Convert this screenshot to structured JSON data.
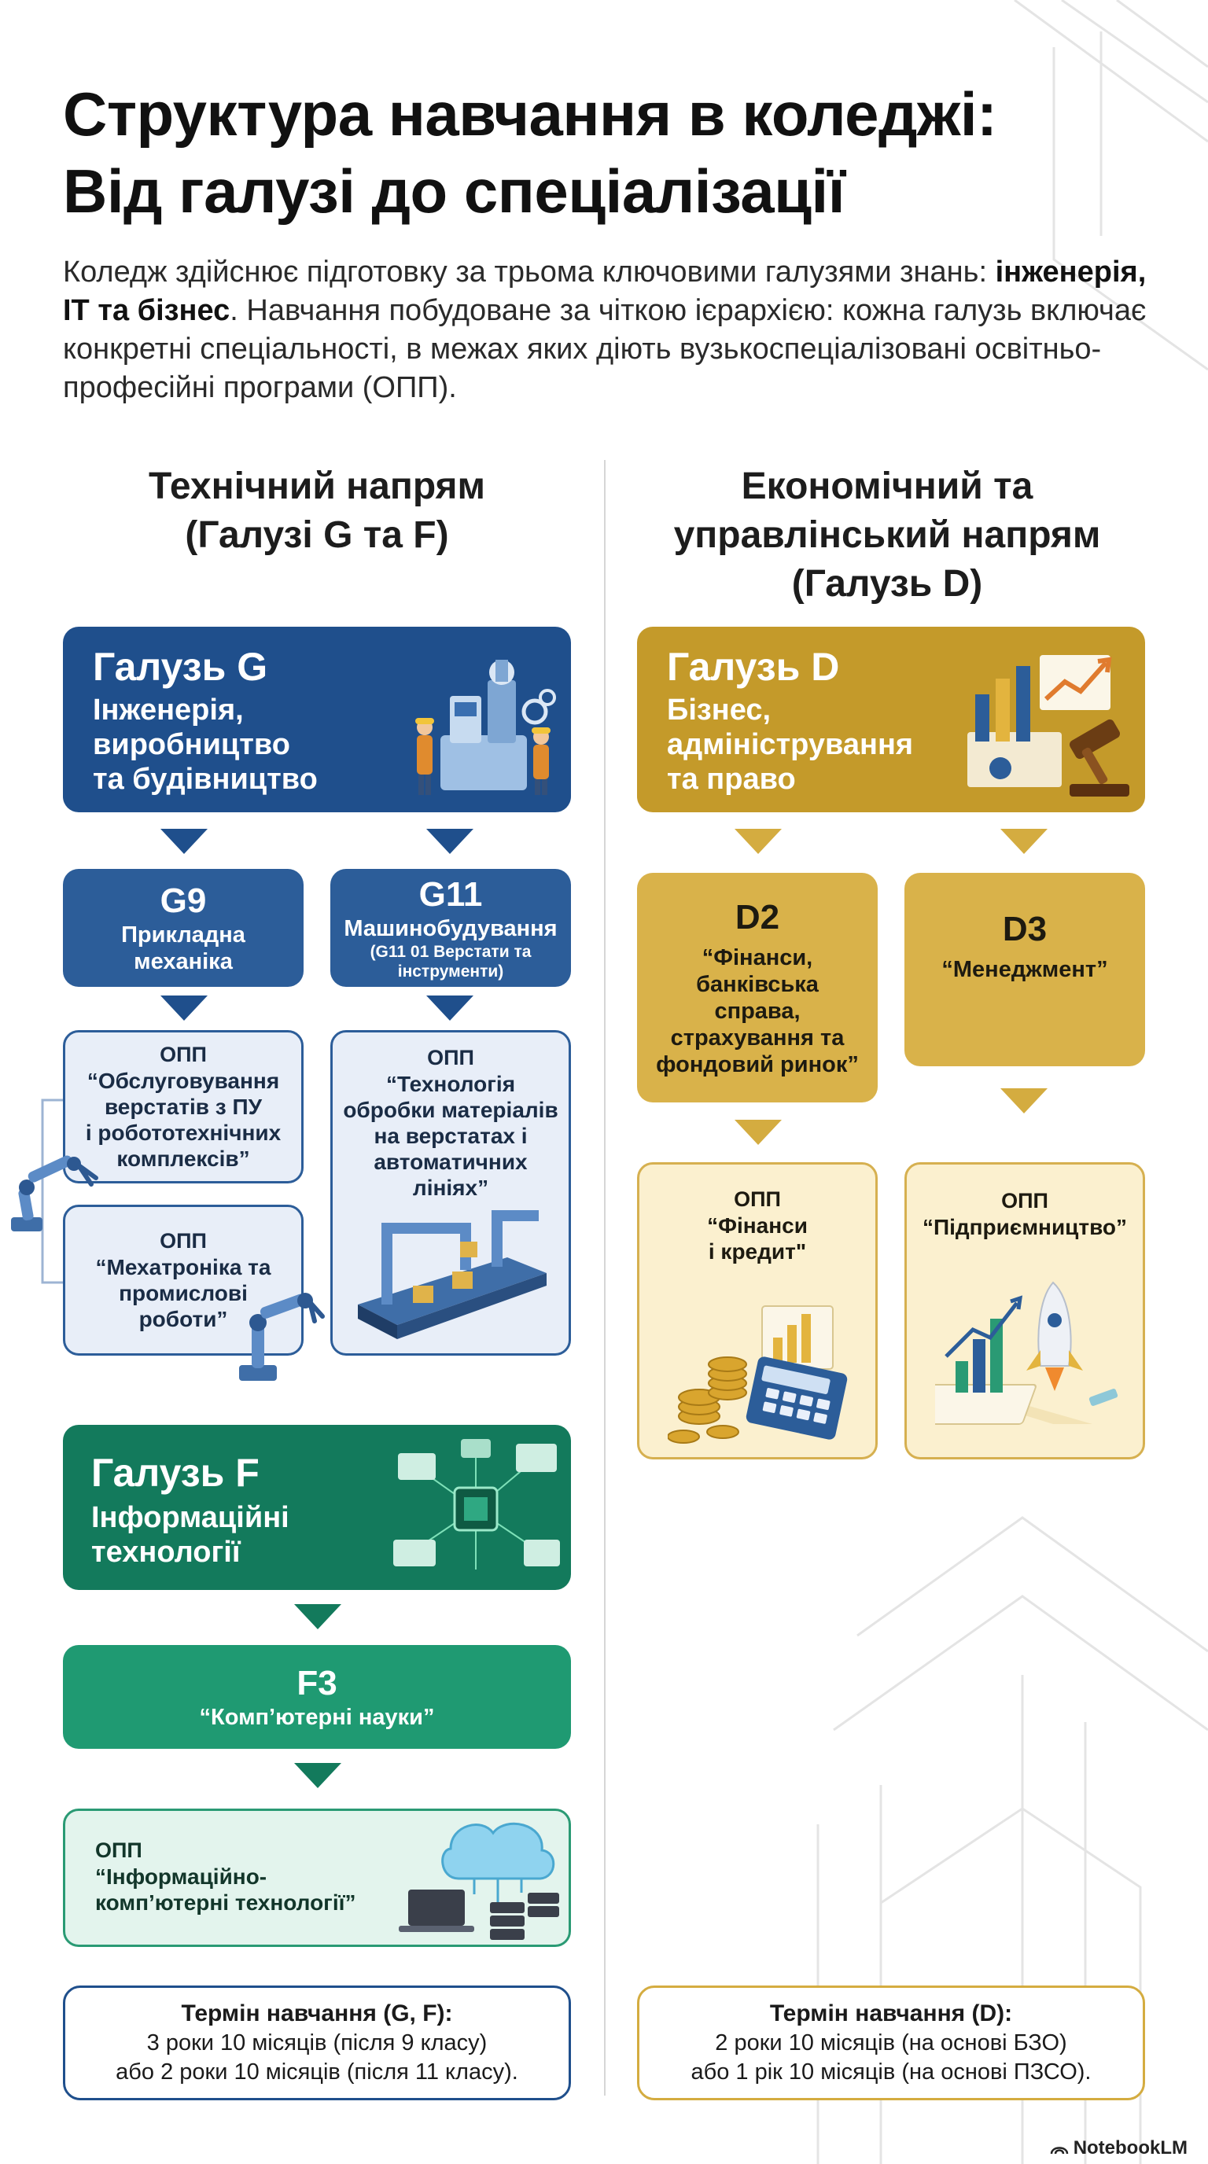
{
  "title_lines": [
    "Структура навчання в коледжі:",
    "Від галузі до спеціалізації"
  ],
  "intro": {
    "part1": "Коледж здійснює підготовку за трьома ключовими галузями знань: ",
    "bold": "інженерія, IT та бізнес",
    "part2": ". Навчання побудоване за чіткою ієрархією: кожна галузь включає конкретні спеціальності, в межах яких діють вузькоспеціалізовані освітньо-професійні програми (ОПП)."
  },
  "left_column": {
    "heading_lines": [
      "Технічний напрям",
      "(Галузі G та F)"
    ],
    "branch_g": {
      "title": "Галузь G",
      "subtitle_lines": [
        "Інженерія,",
        "виробництво",
        "та будівництво"
      ],
      "icon": "factory-workers-icon"
    },
    "g9": {
      "code": "G9",
      "name_lines": [
        "Прикладна",
        "механіка"
      ]
    },
    "g11": {
      "code": "G11",
      "name": "Машинобудування",
      "note_lines": [
        "(G11 01 Верстати та",
        "інструменти)"
      ]
    },
    "opp_g9_1": {
      "label": "ОПП",
      "name_lines": [
        "“Обслуговування",
        "верстатів з ПУ",
        "і робототехнічних",
        "комплексів”"
      ]
    },
    "opp_g9_2": {
      "label": "ОПП",
      "name_lines": [
        "“Мехатроніка та",
        "промислові",
        "роботи”"
      ]
    },
    "opp_g11": {
      "label": "ОПП",
      "name_lines": [
        "“Технологія",
        "обробки матеріалів",
        "на верстатах і",
        "автоматичних",
        "лініях”"
      ]
    },
    "branch_f": {
      "title": "Галузь F",
      "subtitle_lines": [
        "Інформаційні",
        "технології"
      ],
      "icon": "network-chip-icon"
    },
    "f3": {
      "code": "F3",
      "name": "“Комп’ютерні науки”"
    },
    "opp_f3": {
      "label": "ОПП",
      "name_lines": [
        "“Інформаційно-",
        "комп’ютерні технології”"
      ]
    },
    "term": {
      "title": "Термін навчання (G, F):",
      "lines": [
        "3 роки 10 місяців (після 9 класу)",
        "або 2 роки 10 місяців (після 11 класу)."
      ]
    }
  },
  "right_column": {
    "heading_lines": [
      "Економічний та",
      "управлінський напрям",
      "(Галузь D)"
    ],
    "branch_d": {
      "title": "Галузь D",
      "subtitle_lines": [
        "Бізнес,",
        "адміністрування",
        "та право"
      ],
      "icon": "chart-gavel-icon"
    },
    "d2": {
      "code": "D2",
      "name_lines": [
        "“Фінанси,",
        "банківська",
        "справа,",
        "страхування та",
        "фондовий ринок”"
      ]
    },
    "d3": {
      "code": "D3",
      "name": "“Менеджмент”"
    },
    "opp_d2": {
      "label": "ОПП",
      "name_lines": [
        "“Фінанси",
        "і кредит\""
      ]
    },
    "opp_d3": {
      "label": "ОПП",
      "name": "“Підприємництво”"
    },
    "term": {
      "title": "Термін навчання (D):",
      "lines": [
        "2 роки 10 місяців (на основі БЗО)",
        "або 1 рік 10 місяців (на основі ПЗСО)."
      ]
    }
  },
  "brand": "NotebookLM",
  "colors": {
    "g_dark": "#1f4f8c",
    "g_mid": "#2c5d99",
    "d_dark": "#c49a2a",
    "d_mid": "#d9b24a",
    "f_dark": "#137a5c",
    "f_mid": "#1f9a72"
  }
}
